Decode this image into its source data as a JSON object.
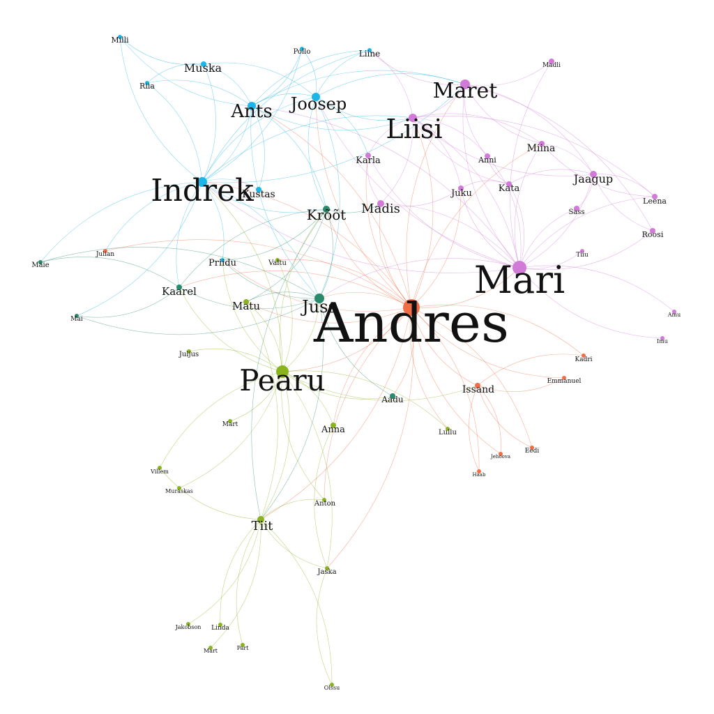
{
  "colors": {
    "blue": "#1bb5e8",
    "violet": "#d27ad8",
    "orange": "#f26d45",
    "green": "#8ab31f",
    "teal": "#2a8a6c"
  },
  "nodes": [
    {
      "id": "andres",
      "label": "Andres",
      "group": "orange"
    },
    {
      "id": "mari",
      "label": "Mari",
      "group": "violet"
    },
    {
      "id": "pearu",
      "label": "Pearu",
      "group": "green"
    },
    {
      "id": "indrek",
      "label": "Indrek",
      "group": "blue"
    },
    {
      "id": "liisi",
      "label": "Liisi",
      "group": "violet"
    },
    {
      "id": "maret",
      "label": "Maret",
      "group": "violet"
    },
    {
      "id": "ants",
      "label": "Ants",
      "group": "blue"
    },
    {
      "id": "joosep",
      "label": "Joosep",
      "group": "blue"
    },
    {
      "id": "juss",
      "label": "Juss",
      "group": "teal"
    },
    {
      "id": "kroot",
      "label": "Krõõt",
      "group": "teal"
    },
    {
      "id": "tiit",
      "label": "Tiit",
      "group": "green"
    },
    {
      "id": "muska",
      "label": "Muska",
      "group": "blue"
    },
    {
      "id": "madis",
      "label": "Madis",
      "group": "violet"
    },
    {
      "id": "jaagup",
      "label": "Jaagup",
      "group": "violet"
    },
    {
      "id": "kustas",
      "label": "Kustas",
      "group": "blue"
    },
    {
      "id": "kaarel",
      "label": "Kaarel",
      "group": "teal"
    },
    {
      "id": "matu",
      "label": "Matu",
      "group": "green"
    },
    {
      "id": "issand",
      "label": "Issand",
      "group": "orange"
    },
    {
      "id": "aadu",
      "label": "Aadu",
      "group": "teal"
    },
    {
      "id": "anna",
      "label": "Anna",
      "group": "green"
    },
    {
      "id": "miina",
      "label": "Miina",
      "group": "violet"
    },
    {
      "id": "karla",
      "label": "Karla",
      "group": "violet"
    },
    {
      "id": "kata",
      "label": "Kata",
      "group": "violet"
    },
    {
      "id": "juku",
      "label": "Juku",
      "group": "violet"
    },
    {
      "id": "anni",
      "label": "Anni",
      "group": "violet"
    },
    {
      "id": "leena",
      "label": "Leena",
      "group": "violet"
    },
    {
      "id": "roosi",
      "label": "Roosi",
      "group": "violet"
    },
    {
      "id": "sass",
      "label": "Sass",
      "group": "violet"
    },
    {
      "id": "tiiu",
      "label": "Tiiu",
      "group": "violet"
    },
    {
      "id": "madli",
      "label": "Madli",
      "group": "violet"
    },
    {
      "id": "amu",
      "label": "Amu",
      "group": "violet"
    },
    {
      "id": "imu",
      "label": "Imu",
      "group": "violet"
    },
    {
      "id": "kadri",
      "label": "Kadri",
      "group": "orange"
    },
    {
      "id": "emmanuel",
      "label": "Emmanuel",
      "group": "orange"
    },
    {
      "id": "eedi",
      "label": "Eedi",
      "group": "orange"
    },
    {
      "id": "jehoova",
      "label": "Jehoova",
      "group": "orange"
    },
    {
      "id": "haab",
      "label": "Haab",
      "group": "orange"
    },
    {
      "id": "lullu",
      "label": "Lullu",
      "group": "green"
    },
    {
      "id": "liine",
      "label": "Liine",
      "group": "blue"
    },
    {
      "id": "pollo",
      "label": "Pollo",
      "group": "blue"
    },
    {
      "id": "milli",
      "label": "Milli",
      "group": "blue"
    },
    {
      "id": "riia",
      "label": "Riia",
      "group": "blue"
    },
    {
      "id": "priidu",
      "label": "Priidu",
      "group": "blue"
    },
    {
      "id": "valtu",
      "label": "Valtu",
      "group": "green"
    },
    {
      "id": "julian",
      "label": "Julian",
      "group": "orange"
    },
    {
      "id": "maie",
      "label": "Maie",
      "group": "teal"
    },
    {
      "id": "mai",
      "label": "Mai",
      "group": "teal"
    },
    {
      "id": "juljus",
      "label": "Juljus",
      "group": "green"
    },
    {
      "id": "mart",
      "label": "Mart",
      "group": "green"
    },
    {
      "id": "villem",
      "label": "Villem",
      "group": "green"
    },
    {
      "id": "muraskas",
      "label": "Muraskas",
      "group": "green"
    },
    {
      "id": "anton",
      "label": "Anton",
      "group": "green"
    },
    {
      "id": "jaska",
      "label": "Jaska",
      "group": "green"
    },
    {
      "id": "jakobson",
      "label": "Jakobson",
      "group": "green"
    },
    {
      "id": "linda",
      "label": "Linda",
      "group": "green"
    },
    {
      "id": "mart2",
      "label": "Mart",
      "group": "green"
    },
    {
      "id": "part",
      "label": "Part",
      "group": "green"
    },
    {
      "id": "olssu",
      "label": "Olssu",
      "group": "green"
    }
  ]
}
